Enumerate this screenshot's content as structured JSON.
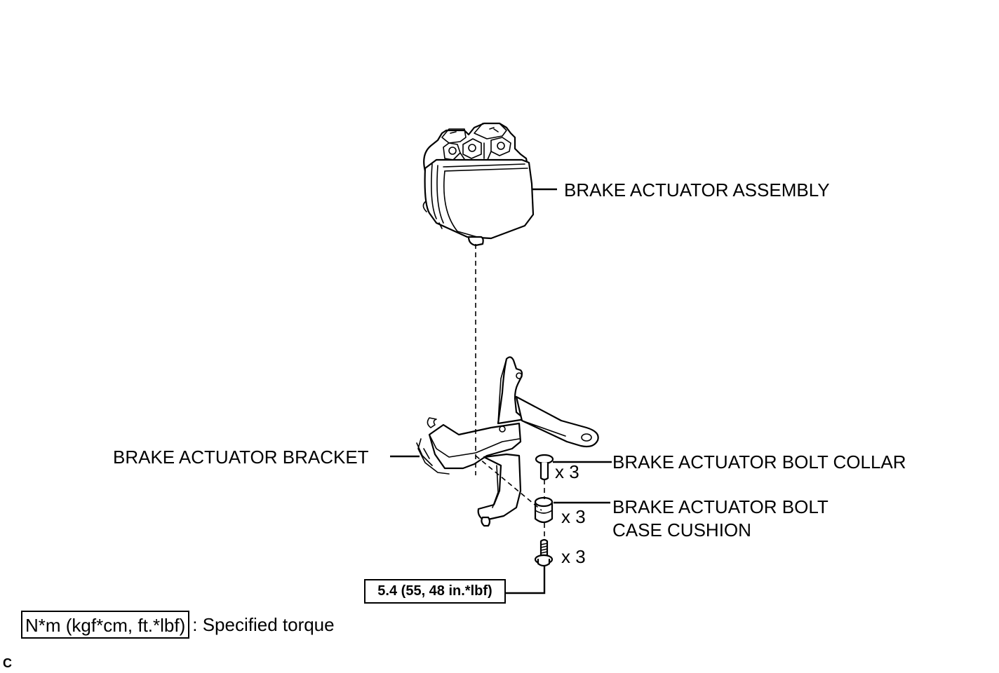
{
  "labels": {
    "actuator_assembly": "BRAKE ACTUATOR ASSEMBLY",
    "actuator_bracket": "BRAKE ACTUATOR BRACKET",
    "bolt_collar": "BRAKE ACTUATOR BOLT COLLAR",
    "case_cushion_line1": "BRAKE ACTUATOR BOLT",
    "case_cushion_line2": "CASE CUSHION"
  },
  "quantities": {
    "collar": "x 3",
    "cushion": "x 3",
    "bolt": "x 3"
  },
  "torque": {
    "value": "5.4 (55, 48 in.*lbf)"
  },
  "legend": {
    "unit": "N*m (kgf*cm, ft.*lbf)",
    "description": ": Specified torque"
  },
  "corner_mark": "C",
  "icons": [
    "brake-actuator-icon",
    "bracket-icon",
    "bolt-collar-icon",
    "case-cushion-icon",
    "bolt-icon"
  ]
}
